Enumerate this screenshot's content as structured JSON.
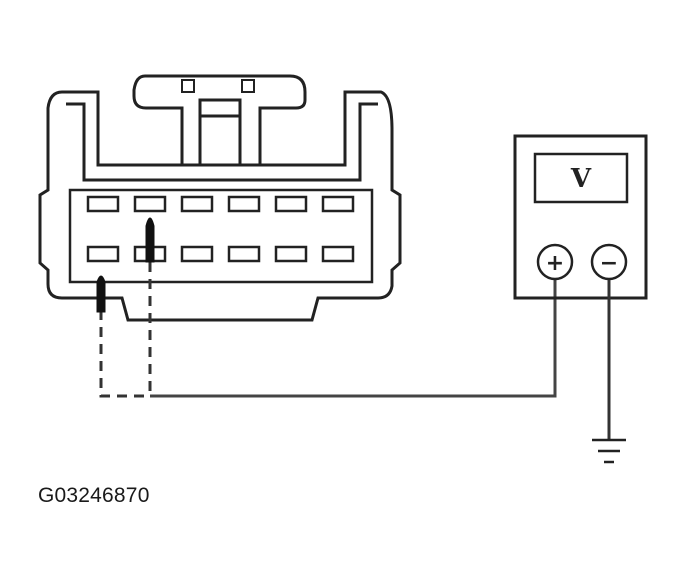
{
  "figure_id": "G03246870",
  "meter": {
    "display_label": "V",
    "positive_sign": "+",
    "negative_sign": "−"
  },
  "connector": {
    "pins_per_row": 6,
    "rows": 2
  },
  "probes": [
    {
      "row": 1,
      "pin": 1,
      "lead": "dashed"
    },
    {
      "row": 0,
      "pin": 2,
      "lead": "dashed"
    }
  ],
  "ground_symbol": "ground-icon",
  "colors": {
    "stroke": "#222222",
    "wire": "#444444"
  }
}
